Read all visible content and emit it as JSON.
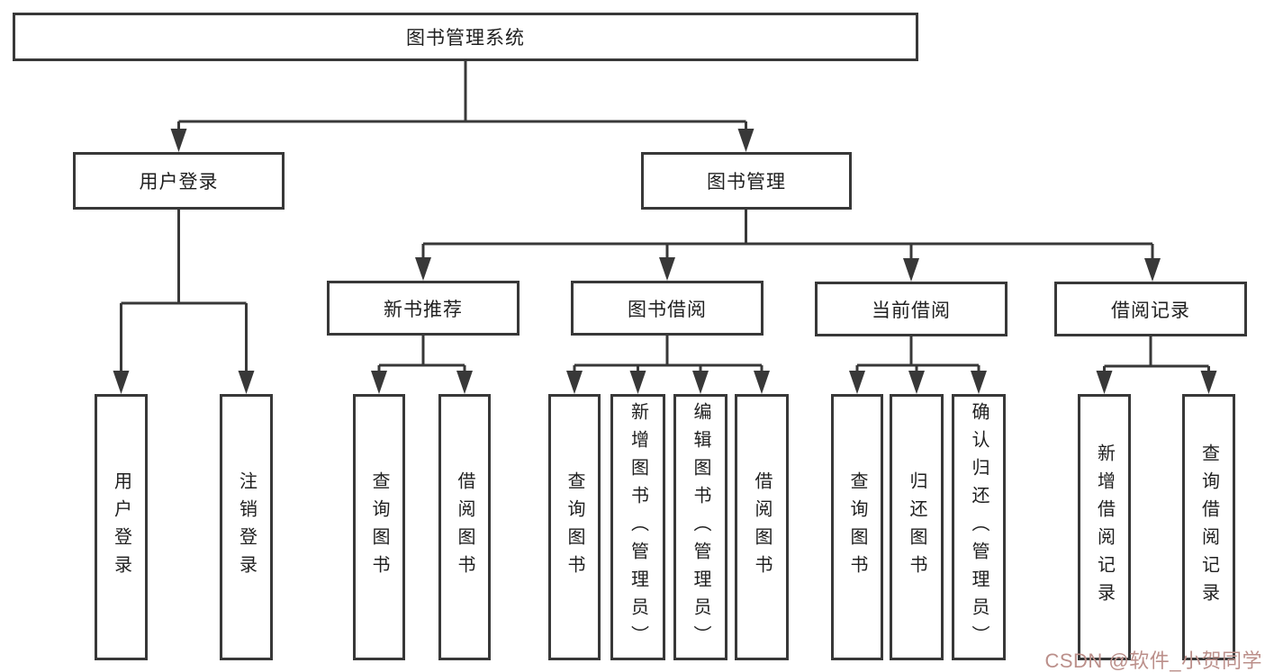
{
  "colors": {
    "background": "#ffffff",
    "line": "#383838",
    "box_border": "#383838",
    "text": "#1f1f1f",
    "watermark": "#bb8f8a"
  },
  "nodes": {
    "root": "图书管理系统",
    "level2": {
      "user_login": "用户登录",
      "book_mgmt": "图书管理"
    },
    "level3": {
      "new_rec": "新书推荐",
      "borrow": "图书借阅",
      "current": "当前借阅",
      "records": "借阅记录"
    },
    "leaves": {
      "user": [
        "用户登录",
        "注销登录"
      ],
      "new_rec": [
        "查询图书",
        "借阅图书"
      ],
      "borrow": [
        "查询图书",
        "新增图书（管理员）",
        "编辑图书（管理员）",
        "借阅图书"
      ],
      "current": [
        "查询图书",
        "归还图书",
        "确认归还（管理员）"
      ],
      "records": [
        "新增借阅记录",
        "查询借阅记录"
      ]
    }
  },
  "watermark": {
    "text": "CSDN @软件_小贺同学",
    "color": "#bb8f8a"
  }
}
